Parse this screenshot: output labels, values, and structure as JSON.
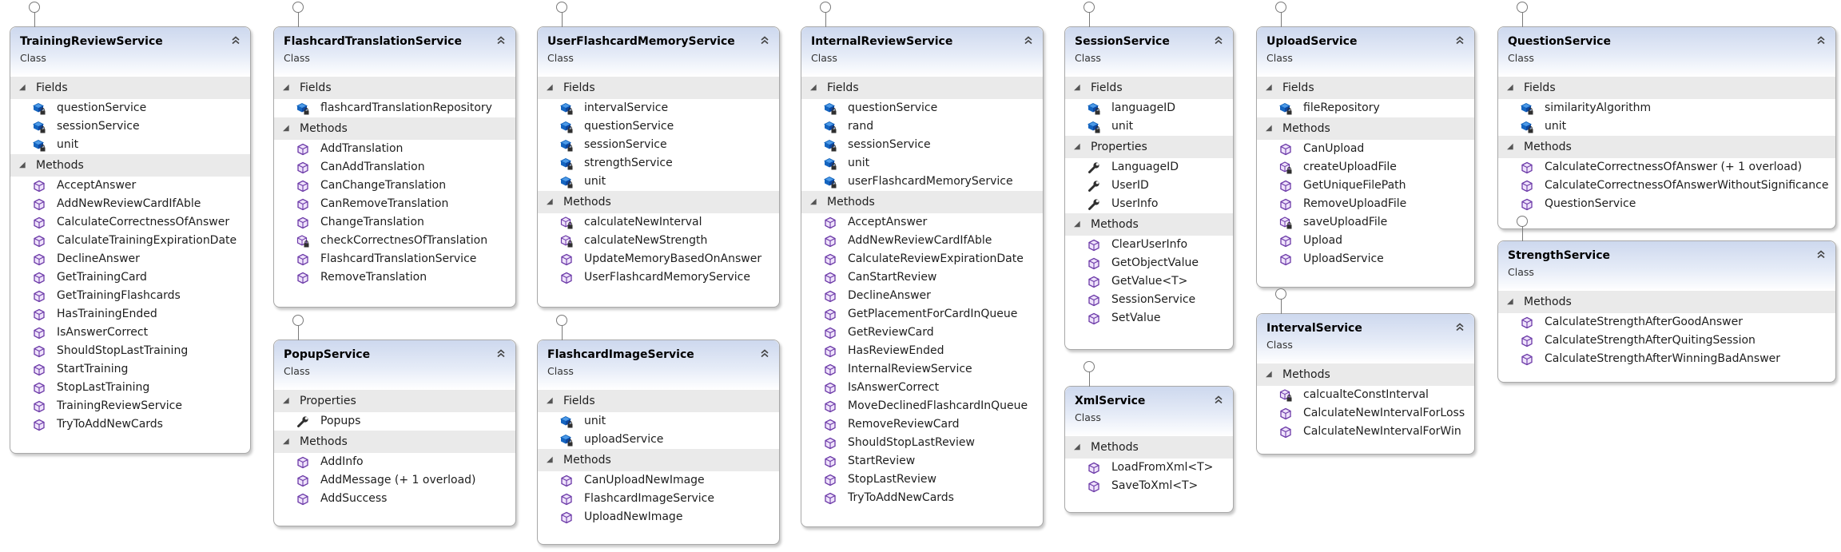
{
  "diagram": {
    "kind_label": "Class",
    "classes": [
      {
        "name": "TrainingReviewService",
        "sections": [
          {
            "title": "Fields",
            "type": "field",
            "members": [
              {
                "name": "questionService",
                "icon": "private-field-icon"
              },
              {
                "name": "sessionService",
                "icon": "private-field-icon"
              },
              {
                "name": "unit",
                "icon": "private-field-icon"
              }
            ]
          },
          {
            "title": "Methods",
            "type": "method",
            "members": [
              {
                "name": "AcceptAnswer",
                "icon": "public-method-icon"
              },
              {
                "name": "AddNewReviewCardIfAble",
                "icon": "public-method-icon"
              },
              {
                "name": "CalculateCorrectnessOfAnswer",
                "icon": "public-method-icon"
              },
              {
                "name": "CalculateTrainingExpirationDate",
                "icon": "public-method-icon"
              },
              {
                "name": "DeclineAnswer",
                "icon": "public-method-icon"
              },
              {
                "name": "GetTrainingCard",
                "icon": "public-method-icon"
              },
              {
                "name": "GetTrainingFlashcards",
                "icon": "public-method-icon"
              },
              {
                "name": "HasTrainingEnded",
                "icon": "public-method-icon"
              },
              {
                "name": "IsAnswerCorrect",
                "icon": "public-method-icon"
              },
              {
                "name": "ShouldStopLastTraining",
                "icon": "public-method-icon"
              },
              {
                "name": "StartTraining",
                "icon": "public-method-icon"
              },
              {
                "name": "StopLastTraining",
                "icon": "public-method-icon"
              },
              {
                "name": "TrainingReviewService",
                "icon": "public-method-icon"
              },
              {
                "name": "TryToAddNewCards",
                "icon": "public-method-icon"
              }
            ]
          }
        ]
      },
      {
        "name": "FlashcardTranslationService",
        "sections": [
          {
            "title": "Fields",
            "type": "field",
            "members": [
              {
                "name": "flashcardTranslationRepository",
                "icon": "private-field-icon"
              }
            ]
          },
          {
            "title": "Methods",
            "type": "method",
            "members": [
              {
                "name": "AddTranslation",
                "icon": "public-method-icon"
              },
              {
                "name": "CanAddTranslation",
                "icon": "public-method-icon"
              },
              {
                "name": "CanChangeTranslation",
                "icon": "public-method-icon"
              },
              {
                "name": "CanRemoveTranslation",
                "icon": "public-method-icon"
              },
              {
                "name": "ChangeTranslation",
                "icon": "public-method-icon"
              },
              {
                "name": "checkCorrectnesOfTranslation",
                "icon": "private-method-icon"
              },
              {
                "name": "FlashcardTranslationService",
                "icon": "public-method-icon"
              },
              {
                "name": "RemoveTranslation",
                "icon": "public-method-icon"
              }
            ]
          }
        ]
      },
      {
        "name": "PopupService",
        "sections": [
          {
            "title": "Properties",
            "type": "property",
            "members": [
              {
                "name": "Popups",
                "icon": "property-wrench-icon"
              }
            ]
          },
          {
            "title": "Methods",
            "type": "method",
            "members": [
              {
                "name": "AddInfo",
                "icon": "public-method-icon"
              },
              {
                "name": "AddMessage (+ 1 overload)",
                "icon": "public-method-icon"
              },
              {
                "name": "AddSuccess",
                "icon": "public-method-icon"
              }
            ]
          }
        ]
      },
      {
        "name": "UserFlashcardMemoryService",
        "sections": [
          {
            "title": "Fields",
            "type": "field",
            "members": [
              {
                "name": "intervalService",
                "icon": "private-field-icon"
              },
              {
                "name": "questionService",
                "icon": "private-field-icon"
              },
              {
                "name": "sessionService",
                "icon": "private-field-icon"
              },
              {
                "name": "strengthService",
                "icon": "private-field-icon"
              },
              {
                "name": "unit",
                "icon": "private-field-icon"
              }
            ]
          },
          {
            "title": "Methods",
            "type": "method",
            "members": [
              {
                "name": "calculateNewInterval",
                "icon": "private-method-icon"
              },
              {
                "name": "calculateNewStrength",
                "icon": "private-method-icon"
              },
              {
                "name": "UpdateMemoryBasedOnAnswer",
                "icon": "public-method-icon"
              },
              {
                "name": "UserFlashcardMemoryService",
                "icon": "public-method-icon"
              }
            ]
          }
        ]
      },
      {
        "name": "FlashcardImageService",
        "sections": [
          {
            "title": "Fields",
            "type": "field",
            "members": [
              {
                "name": "unit",
                "icon": "private-field-icon"
              },
              {
                "name": "uploadService",
                "icon": "private-field-icon"
              }
            ]
          },
          {
            "title": "Methods",
            "type": "method",
            "members": [
              {
                "name": "CanUploadNewImage",
                "icon": "public-method-icon"
              },
              {
                "name": "FlashcardImageService",
                "icon": "public-method-icon"
              },
              {
                "name": "UploadNewImage",
                "icon": "public-method-icon"
              }
            ]
          }
        ]
      },
      {
        "name": "InternalReviewService",
        "sections": [
          {
            "title": "Fields",
            "type": "field",
            "members": [
              {
                "name": "questionService",
                "icon": "private-field-icon"
              },
              {
                "name": "rand",
                "icon": "private-field-icon"
              },
              {
                "name": "sessionService",
                "icon": "private-field-icon"
              },
              {
                "name": "unit",
                "icon": "private-field-icon"
              },
              {
                "name": "userFlashcardMemoryService",
                "icon": "private-field-icon"
              }
            ]
          },
          {
            "title": "Methods",
            "type": "method",
            "members": [
              {
                "name": "AcceptAnswer",
                "icon": "public-method-icon"
              },
              {
                "name": "AddNewReviewCardIfAble",
                "icon": "public-method-icon"
              },
              {
                "name": "CalculateReviewExpirationDate",
                "icon": "public-method-icon"
              },
              {
                "name": "CanStartReview",
                "icon": "public-method-icon"
              },
              {
                "name": "DeclineAnswer",
                "icon": "public-method-icon"
              },
              {
                "name": "GetPlacementForCardInQueue",
                "icon": "public-method-icon"
              },
              {
                "name": "GetReviewCard",
                "icon": "public-method-icon"
              },
              {
                "name": "HasReviewEnded",
                "icon": "public-method-icon"
              },
              {
                "name": "InternalReviewService",
                "icon": "public-method-icon"
              },
              {
                "name": "IsAnswerCorrect",
                "icon": "public-method-icon"
              },
              {
                "name": "MoveDeclinedFlashcardInQueue",
                "icon": "public-method-icon"
              },
              {
                "name": "RemoveReviewCard",
                "icon": "public-method-icon"
              },
              {
                "name": "ShouldStopLastReview",
                "icon": "public-method-icon"
              },
              {
                "name": "StartReview",
                "icon": "public-method-icon"
              },
              {
                "name": "StopLastReview",
                "icon": "public-method-icon"
              },
              {
                "name": "TryToAddNewCards",
                "icon": "public-method-icon"
              }
            ]
          }
        ]
      },
      {
        "name": "SessionService",
        "sections": [
          {
            "title": "Fields",
            "type": "field",
            "members": [
              {
                "name": "languageID",
                "icon": "private-field-icon"
              },
              {
                "name": "unit",
                "icon": "private-field-icon"
              }
            ]
          },
          {
            "title": "Properties",
            "type": "property",
            "members": [
              {
                "name": "LanguageID",
                "icon": "property-wrench-icon"
              },
              {
                "name": "UserID",
                "icon": "property-wrench-icon"
              },
              {
                "name": "UserInfo",
                "icon": "property-wrench-icon"
              }
            ]
          },
          {
            "title": "Methods",
            "type": "method",
            "members": [
              {
                "name": "ClearUserInfo",
                "icon": "public-method-icon"
              },
              {
                "name": "GetObjectValue",
                "icon": "public-method-icon"
              },
              {
                "name": "GetValue<T>",
                "icon": "public-method-icon"
              },
              {
                "name": "SessionService",
                "icon": "public-method-icon"
              },
              {
                "name": "SetValue",
                "icon": "public-method-icon"
              }
            ]
          }
        ]
      },
      {
        "name": "XmlService",
        "sections": [
          {
            "title": "Methods",
            "type": "method",
            "members": [
              {
                "name": "LoadFromXml<T>",
                "icon": "public-method-icon"
              },
              {
                "name": "SaveToXml<T>",
                "icon": "public-method-icon"
              }
            ]
          }
        ]
      },
      {
        "name": "UploadService",
        "sections": [
          {
            "title": "Fields",
            "type": "field",
            "members": [
              {
                "name": "fileRepository",
                "icon": "private-field-icon"
              }
            ]
          },
          {
            "title": "Methods",
            "type": "method",
            "members": [
              {
                "name": "CanUpload",
                "icon": "public-method-icon"
              },
              {
                "name": "createUploadFile",
                "icon": "private-method-icon"
              },
              {
                "name": "GetUniqueFilePath",
                "icon": "public-method-icon"
              },
              {
                "name": "RemoveUploadFile",
                "icon": "public-method-icon"
              },
              {
                "name": "saveUploadFile",
                "icon": "private-method-icon"
              },
              {
                "name": "Upload",
                "icon": "public-method-icon"
              },
              {
                "name": "UploadService",
                "icon": "public-method-icon"
              }
            ]
          }
        ]
      },
      {
        "name": "IntervalService",
        "sections": [
          {
            "title": "Methods",
            "type": "method",
            "members": [
              {
                "name": "calcualteConstInterval",
                "icon": "private-method-icon"
              },
              {
                "name": "CalculateNewIntervalForLoss",
                "icon": "public-method-icon"
              },
              {
                "name": "CalculateNewIntervalForWin",
                "icon": "public-method-icon"
              }
            ]
          }
        ]
      },
      {
        "name": "QuestionService",
        "sections": [
          {
            "title": "Fields",
            "type": "field",
            "members": [
              {
                "name": "similarityAlgorithm",
                "icon": "private-field-icon"
              },
              {
                "name": "unit",
                "icon": "private-field-icon"
              }
            ]
          },
          {
            "title": "Methods",
            "type": "method",
            "members": [
              {
                "name": "CalculateCorrectnessOfAnswer (+ 1 overload)",
                "icon": "public-method-icon"
              },
              {
                "name": "CalculateCorrectnessOfAnswerWithoutSignificance",
                "icon": "public-method-icon"
              },
              {
                "name": "QuestionService",
                "icon": "public-method-icon"
              }
            ]
          }
        ]
      },
      {
        "name": "StrengthService",
        "sections": [
          {
            "title": "Methods",
            "type": "method",
            "members": [
              {
                "name": "CalculateStrengthAfterGoodAnswer",
                "icon": "public-method-icon"
              },
              {
                "name": "CalculateStrengthAfterQuitingSession",
                "icon": "public-method-icon"
              },
              {
                "name": "CalculateStrengthAfterWinningBadAnswer",
                "icon": "public-method-icon"
              }
            ]
          }
        ]
      }
    ]
  }
}
